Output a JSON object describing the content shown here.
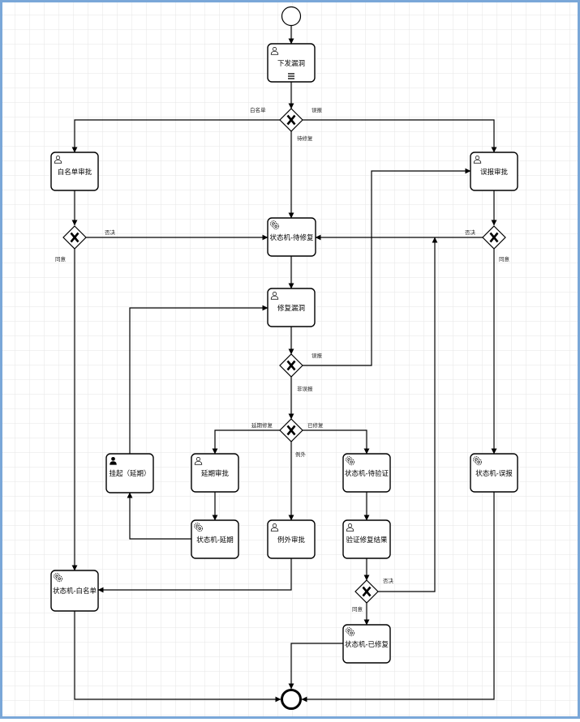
{
  "colors": {
    "frame": "#7aa7d8",
    "grid": "#e6e6e6",
    "stroke": "#000000",
    "node_fill": "#ffffff"
  },
  "nodes": {
    "issue_vuln": {
      "label": "下发漏洞",
      "icon": "user-task-icon",
      "marker": "parallel-multi-instance-marker"
    },
    "whitelist_approve": {
      "label": "白名单审批",
      "icon": "user-task-icon"
    },
    "misreport_approve": {
      "label": "误报审批",
      "icon": "user-task-icon"
    },
    "sm_pending_fix": {
      "label": "状态机-待修复",
      "icon": "service-task-gear-icon"
    },
    "fix_vuln": {
      "label": "修复漏洞",
      "icon": "user-task-icon"
    },
    "suspend": {
      "label": "挂起（延期）",
      "icon": "manual-task-person-icon"
    },
    "delay_approve": {
      "label": "延期审批",
      "icon": "user-task-icon"
    },
    "sm_pending_verify": {
      "label": "状态机-待验证",
      "icon": "service-task-gear-icon"
    },
    "sm_misreport": {
      "label": "状态机-误报",
      "icon": "service-task-gear-icon"
    },
    "sm_delay": {
      "label": "状态机-延期",
      "icon": "service-task-gear-icon"
    },
    "exception_approve": {
      "label": "例外审批",
      "icon": "user-task-icon"
    },
    "verify_result": {
      "label": "验证修复结果",
      "icon": "user-task-icon"
    },
    "sm_whitelist": {
      "label": "状态机-白名单",
      "icon": "service-task-gear-icon"
    },
    "sm_fixed": {
      "label": "状态机-已修复",
      "icon": "service-task-gear-icon"
    }
  },
  "edge_labels": {
    "g1_whitelist": "白名单",
    "g1_misreport": "误报",
    "g1_pending": "待修复",
    "g2_reject": "否决",
    "g2_agree": "同意",
    "g3_reject": "否决",
    "g3_agree": "同意",
    "g4_misreport": "误报",
    "g4_not_misreport": "非误报",
    "g5_apply_delay": "延期修复",
    "g5_fixed": "已修复",
    "g5_exception": "例外",
    "g6_reject": "否决",
    "g6_agree": "同意"
  }
}
